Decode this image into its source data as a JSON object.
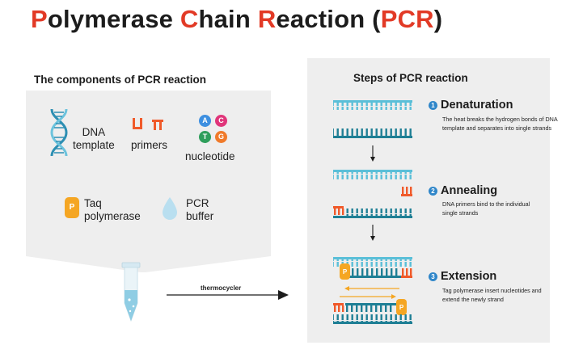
{
  "title": {
    "part1_hl": "P",
    "part1": "olymerase ",
    "part2_hl": "C",
    "part2": "hain ",
    "part3_hl": "R",
    "part3": "eaction (",
    "part4_hl": "PCR",
    "part4": ")"
  },
  "components": {
    "heading": "The components of PCR reaction",
    "dna_template": [
      "DNA",
      "template"
    ],
    "primers": "primers",
    "nucleotide": "nucleotide",
    "nucleotide_letters": [
      "A",
      "C",
      "T",
      "G"
    ],
    "taq_badge": "P",
    "taq": [
      "Taq",
      "polymerase"
    ],
    "buffer": [
      "PCR",
      "buffer"
    ]
  },
  "arrow_label": "thermocycler",
  "steps": {
    "heading": "Steps of PCR reaction",
    "items": [
      {
        "num": "1",
        "title": "Denaturation",
        "desc": "The heat breaks the hydrogen bonds of DNA template and separates into single strands"
      },
      {
        "num": "2",
        "title": "Annealing",
        "desc": "DNA primers bind to the individual single strands"
      },
      {
        "num": "3",
        "title": "Extension",
        "desc": "Tag polymerase insert nucleotides and extend the newly strand"
      }
    ]
  },
  "colors": {
    "red": "#e23a26",
    "teal_dark": "#1f7f95",
    "teal_light": "#5bbfd8",
    "primer_red": "#f05a2a",
    "primer_orange": "#f5a623",
    "nuc_blue": "#3d8fe0",
    "nuc_pink": "#e0357a",
    "nuc_green": "#2e9e5b",
    "nuc_orange": "#f07a2a",
    "step_blue": "#2f86c9"
  }
}
